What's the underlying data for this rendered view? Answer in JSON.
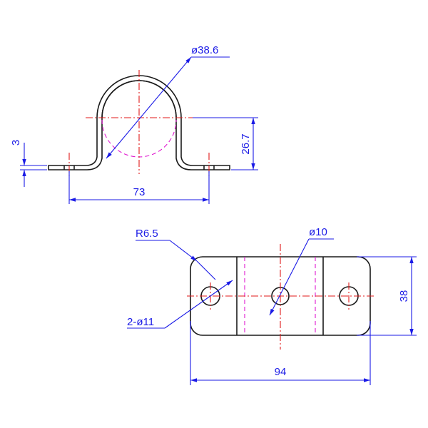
{
  "drawing": {
    "front_view": {
      "dim_diameter": "ø38.6",
      "dim_thickness": "3",
      "dim_height": "26.7",
      "dim_hole_spacing": "73"
    },
    "top_view": {
      "dim_corner_radius": "R6.5",
      "dim_center_hole": "ø10",
      "dim_side_holes": "2-ø11",
      "dim_width": "38",
      "dim_length": "94"
    }
  },
  "colors": {
    "outline": "#1a1a1a",
    "dimension": "#1a1ae6",
    "center_line": "#e01a1a",
    "hidden_line": "#e01ad0"
  }
}
